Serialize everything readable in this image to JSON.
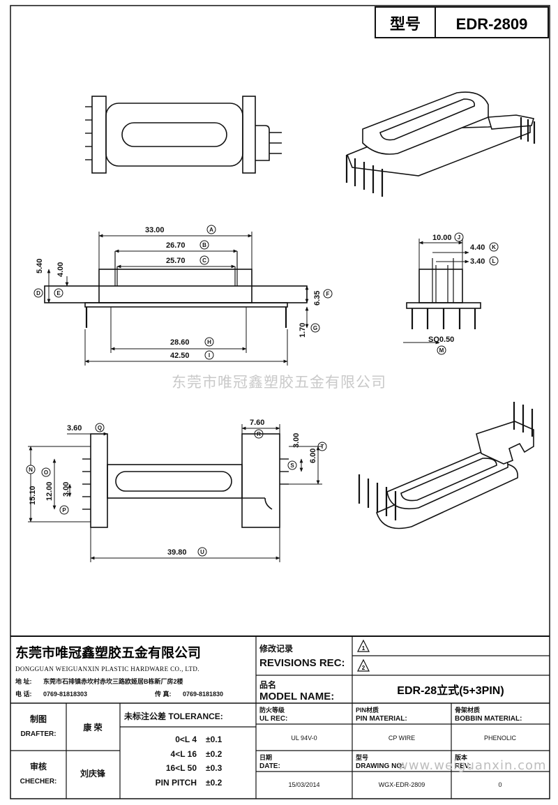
{
  "header": {
    "model_label": "型号",
    "model_value": "EDR-2809"
  },
  "watermark": {
    "main": "东莞市唯冠鑫塑胶五金有限公司",
    "url": "www.weiguanxin.com"
  },
  "front_view": {
    "dims": [
      {
        "value": "33.00",
        "tag": "A"
      },
      {
        "value": "26.70",
        "tag": "B"
      },
      {
        "value": "25.70",
        "tag": "C"
      },
      {
        "value": "28.60",
        "tag": "H"
      },
      {
        "value": "42.50",
        "tag": "I"
      },
      {
        "value": "5.40",
        "tag": ""
      },
      {
        "value": "4.00",
        "tag": "E"
      },
      {
        "value": "",
        "tag": "D"
      },
      {
        "value": "6.35",
        "tag": "F"
      },
      {
        "value": "1.70",
        "tag": "G"
      }
    ]
  },
  "side_view": {
    "dims": [
      {
        "value": "10.00",
        "tag": "J"
      },
      {
        "value": "4.40",
        "tag": "K"
      },
      {
        "value": "3.40",
        "tag": "L"
      },
      {
        "value": "SQ0.50",
        "tag": "M"
      }
    ]
  },
  "bottom_view": {
    "dims": [
      {
        "value": "3.60",
        "tag": "Q"
      },
      {
        "value": "7.60",
        "tag": "R"
      },
      {
        "value": "3.00",
        "tag": "S"
      },
      {
        "value": "6.00",
        "tag": "T"
      },
      {
        "value": "15.10",
        "tag": "N"
      },
      {
        "value": "12.00",
        "tag": "O"
      },
      {
        "value": "3.00",
        "tag": "P"
      },
      {
        "value": "39.80",
        "tag": "U"
      }
    ]
  },
  "title_block": {
    "company_cn": "东莞市唯冠鑫塑胶五金有限公司",
    "company_en": "DONGGUAN WEIGUANXIN PLASTIC HARDWARE CO., LTD.",
    "address_label": "地  址:",
    "address": "东莞市石排镇赤坎村赤坎三路欧姬居B栋新厂房2楼",
    "phone_label": "电  话:",
    "phone": "0769-81818303",
    "fax_label": "传  真:",
    "fax": "0769-8181830",
    "revisions_cn": "修改记录",
    "revisions_en": "REVISIONS REC:",
    "rev1": "1",
    "rev2": "2",
    "model_name_cn": "品名",
    "model_name_en": "MODEL NAME:",
    "model_name": "EDR-28立式(5+3PIN)",
    "drafter_cn": "制图",
    "drafter_en": "DRAFTER:",
    "drafter": "康  荣",
    "checker_cn": "审核",
    "checker_en": "CHECHER:",
    "checker": "刘庆锋",
    "tolerance_title": "未标注公差 TOLERANCE:",
    "tolerances": [
      {
        "range": "0<L  4",
        "value": "±0.1"
      },
      {
        "range": "4<L  16",
        "value": "±0.2"
      },
      {
        "range": "16<L  50",
        "value": "±0.3"
      },
      {
        "range": "PIN PITCH",
        "value": "±0.2"
      }
    ],
    "ul_cn": "防火等级",
    "ul_en": "UL REC:",
    "ul": "UL 94V-0",
    "pin_cn": "PIN材质",
    "pin_en": "PIN MATERIAL:",
    "pin": "CP WIRE",
    "bobbin_cn": "骨架材质",
    "bobbin_en": "BOBBIN MATERIAL:",
    "bobbin": "PHENOLIC",
    "date_cn": "日期",
    "date_en": "DATE:",
    "date": "15/03/2014",
    "dwg_cn": "型号",
    "dwg_en": "DRAWING NO:",
    "dwg": "WGX-EDR-2809",
    "ver_cn": "版本",
    "ver_en": "REV:",
    "ver": "0"
  }
}
